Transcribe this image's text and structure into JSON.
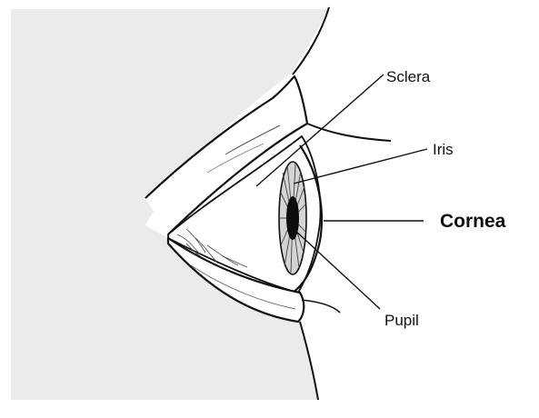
{
  "labels": {
    "sclera": "Sclera",
    "iris": "Iris",
    "cornea": "Cornea",
    "pupil": "Pupil"
  },
  "colors": {
    "background": "#ffffff",
    "skin_shading": "#e9e9e9",
    "line": "#111111",
    "pupil": "#0d0d0d"
  }
}
